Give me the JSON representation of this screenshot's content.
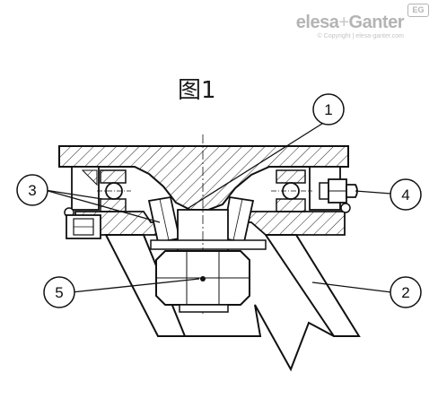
{
  "logo": {
    "brand": "elesa",
    "plus": "+",
    "partner": "Ganter",
    "badge": "EG",
    "copyright": "© Copyright | elesa-ganter.com"
  },
  "figure": {
    "title": "图1",
    "callouts": [
      {
        "id": "1",
        "label": "1"
      },
      {
        "id": "2",
        "label": "2"
      },
      {
        "id": "3",
        "label": "3"
      },
      {
        "id": "4",
        "label": "4"
      },
      {
        "id": "5",
        "label": "5"
      }
    ]
  }
}
